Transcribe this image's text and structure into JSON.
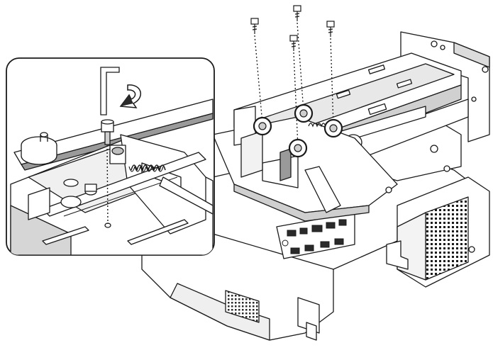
{
  "figure": {
    "kind": "installation-illustration",
    "subject": "wall-mount-projector",
    "line_color": "#1a1a1a",
    "fill_light": "#ffffff",
    "fill_mid": "#c8c8c8",
    "fill_dark": "#7a7a7a",
    "icons": [
      "hex-key-icon",
      "rotation-arrow-icon",
      "screw-icon"
    ],
    "screw_count": 4,
    "callout": "magnified-detail"
  }
}
